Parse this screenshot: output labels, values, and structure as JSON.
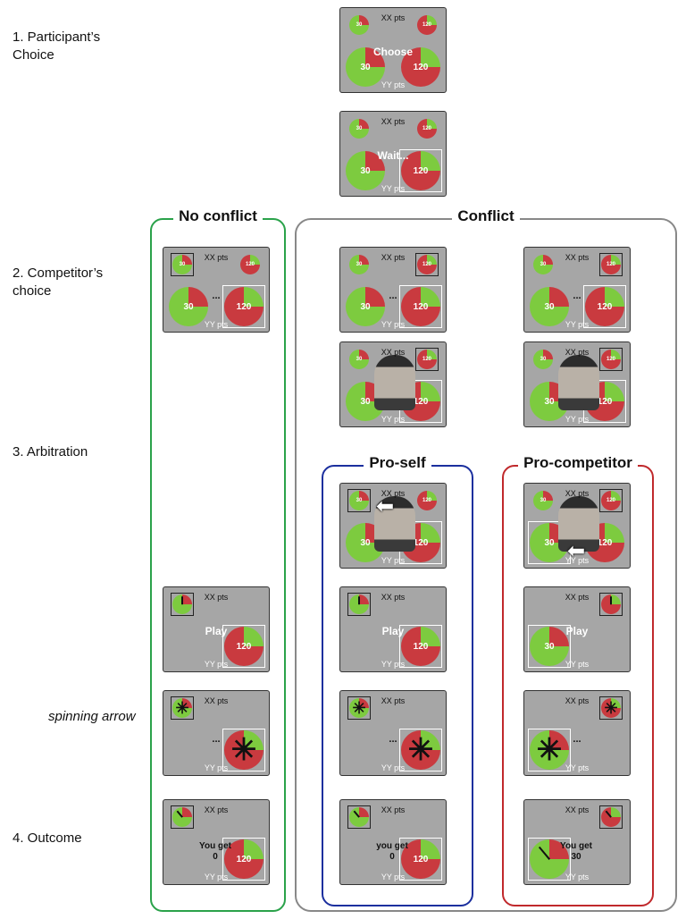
{
  "steps": {
    "s1": "1. Participant’s\n    Choice",
    "s2": "2. Competitor’s\n    choice",
    "s3": "3. Arbitration",
    "spin": "spinning arrow",
    "s4": "4. Outcome"
  },
  "groups": {
    "no_conflict": "No conflict",
    "conflict": "Conflict",
    "pro_self": "Pro-self",
    "pro_competitor": "Pro-competitor"
  },
  "panel_text": {
    "xx": "XX pts",
    "yy": "YY pts",
    "choose": "Choose",
    "wait": "Wait...",
    "dots": "...",
    "play": "Play",
    "you_get_0": "You get\n0",
    "you_get_0_lower": "you get\n0",
    "you_get_30": "You get\n30",
    "small_value": "30",
    "big_value": "120"
  },
  "colors": {
    "group_no_conflict": "#2aa24a",
    "group_conflict": "#888888",
    "group_pro_self": "#1b2f9e",
    "group_pro_competitor": "#c0292c",
    "pie_green": "#7dcb3f",
    "pie_red": "#c93a3f",
    "panel_bg": "#a6a6a6"
  },
  "icons": {
    "pointing_arrow": "left-arrow-icon",
    "spinner": "spinning-arrow-icon"
  }
}
